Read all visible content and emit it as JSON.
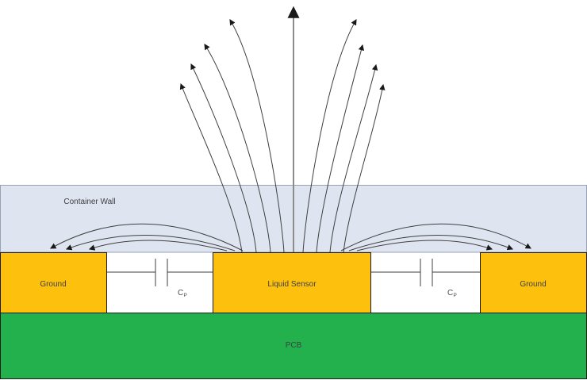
{
  "diagram": {
    "labels": {
      "container_wall": "Container Wall",
      "ground_left": "Ground",
      "liquid_sensor": "Liquid Sensor",
      "ground_right": "Ground",
      "pcb": "PCB"
    },
    "capacitor": {
      "symbol_main": "C",
      "symbol_sub": "P"
    },
    "colors": {
      "electrode_fill": "#FDC10D",
      "pcb_fill": "#22B14C",
      "container_wall_fill": "#DEE4F0",
      "container_wall_border": "#98A2B4",
      "electrode_border": "#1A1A1A",
      "field_line": "#3F3F3F",
      "center_line": "#8C8C8C",
      "label_text": "#404040",
      "background": "#FFFFFF"
    }
  }
}
